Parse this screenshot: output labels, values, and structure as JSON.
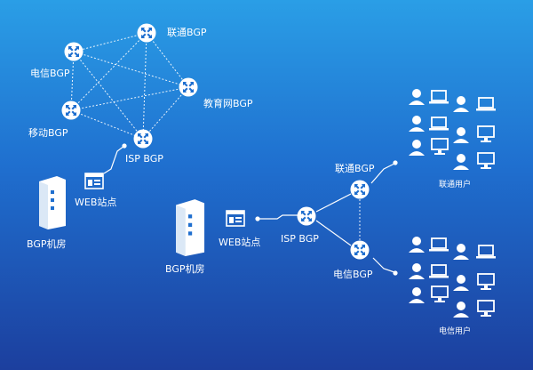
{
  "diagram": {
    "left": {
      "nodes": {
        "unicom": "联通BGP",
        "telecom": "电信BGP",
        "edu": "教育网BGP",
        "mobile": "移动BGP",
        "isp": "ISP BGP"
      },
      "web": "WEB站点",
      "room": "BGP机房"
    },
    "right": {
      "room": "BGP机房",
      "web": "WEB站点",
      "isp": "ISP BGP",
      "unicom": "联通BGP",
      "telecom": "电信BGP",
      "unicom_users": "联通用户",
      "telecom_users": "电信用户"
    }
  },
  "colors": {
    "bg_top": "#2a9ee6",
    "bg_bottom": "#1c3f9e",
    "line": "#ffffff",
    "icon": "#ffffff",
    "router_arrow": "#1f6fcf"
  },
  "icons": [
    "router-icon",
    "server-icon",
    "browser-window-icon",
    "user-icon",
    "laptop-icon",
    "monitor-icon"
  ]
}
